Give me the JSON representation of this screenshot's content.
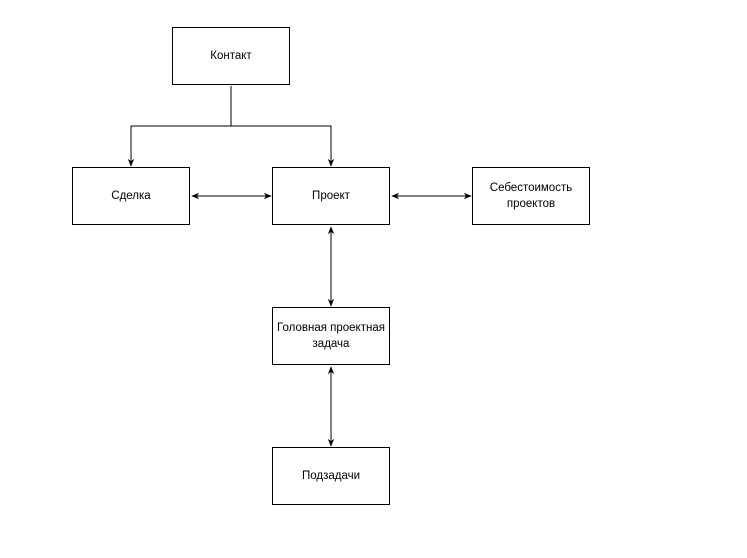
{
  "nodes": {
    "contact": "Контакт",
    "deal": "Сделка",
    "project": "Проект",
    "cost": "Себестоимость проектов",
    "head_task": "Головная проектная задача",
    "subtasks": "Подзадачи"
  },
  "colors": {
    "stroke": "#000000",
    "background": "#ffffff"
  }
}
